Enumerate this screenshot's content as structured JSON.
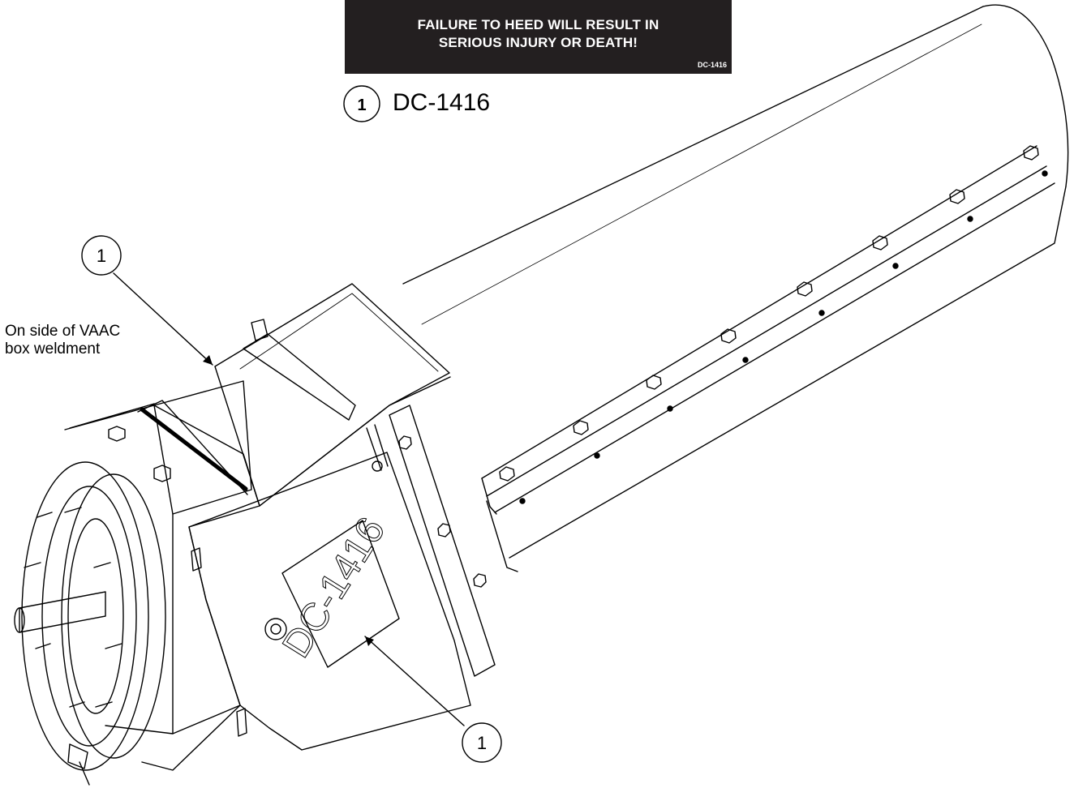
{
  "warning_label": {
    "line1": "FAILURE TO HEED WILL RESULT IN",
    "line2": "SERIOUS INJURY OR DEATH!",
    "code": "DC-1416",
    "background": "#231f20",
    "text_color": "#ffffff"
  },
  "legend": {
    "number": "1",
    "code": "DC-1416"
  },
  "callouts": [
    {
      "number": "1"
    },
    {
      "number": "1"
    }
  ],
  "side_note": {
    "line1": "On side of VAAC",
    "line2": "box weldment"
  },
  "decal_on_part": {
    "text": "DC-1416"
  },
  "colors": {
    "line": "#000000",
    "background": "#ffffff"
  }
}
